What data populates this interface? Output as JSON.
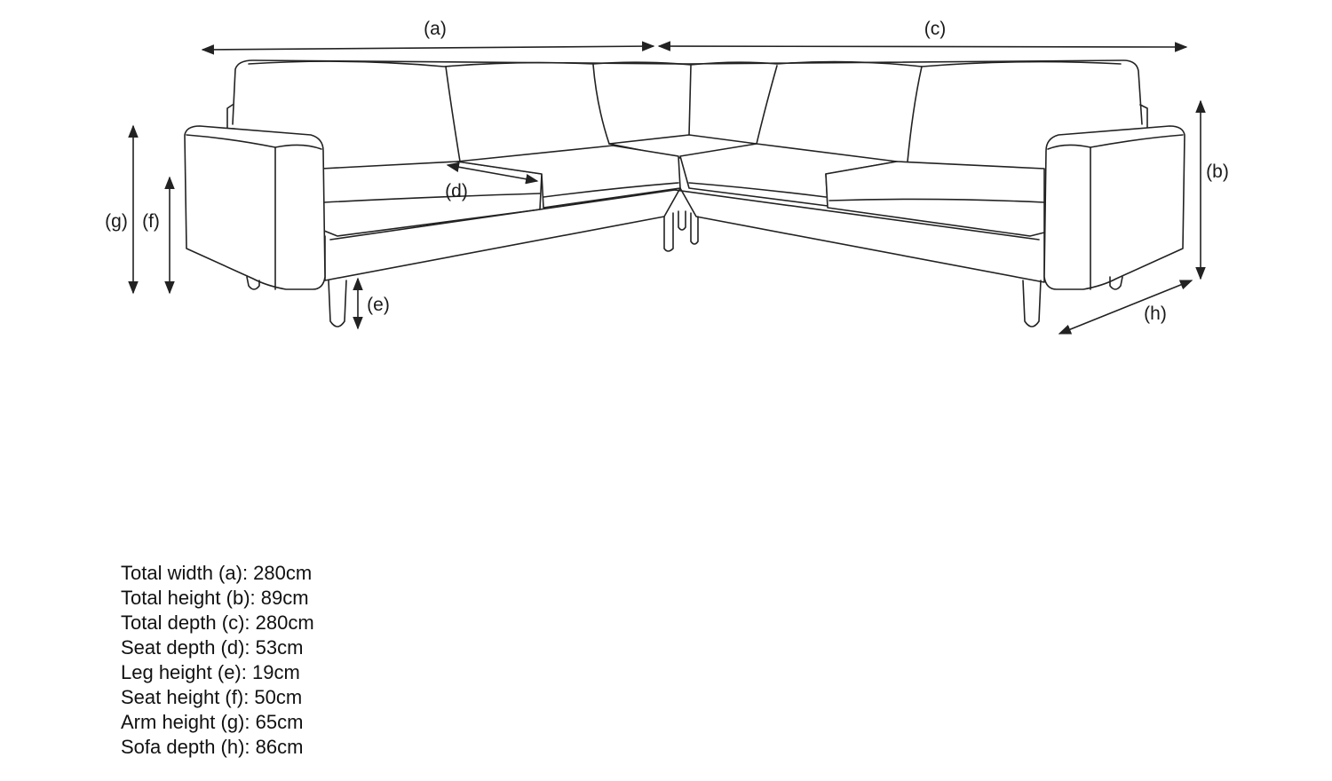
{
  "diagram": {
    "labels": {
      "a": "(a)",
      "b": "(b)",
      "c": "(c)",
      "d": "(d)",
      "e": "(e)",
      "f": "(f)",
      "g": "(g)",
      "h": "(h)"
    }
  },
  "specs": [
    "Total width (a): 280cm",
    "Total height (b): 89cm",
    "Total depth (c): 280cm",
    "Seat depth (d): 53cm",
    "Leg height (e): 19cm",
    "Seat height (f): 50cm",
    "Arm height (g): 65cm",
    "Sofa depth (h): 86cm"
  ]
}
